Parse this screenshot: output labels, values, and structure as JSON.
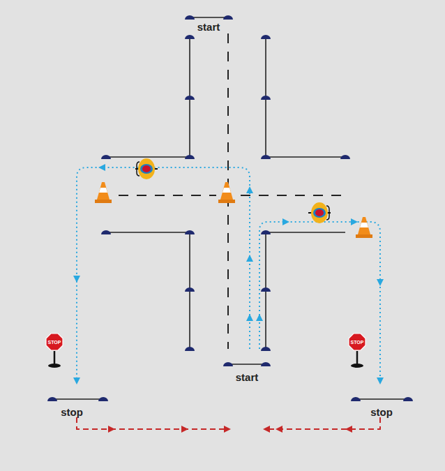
{
  "diagram": {
    "labels": [
      "start",
      "start",
      "STOP",
      "stop",
      "STOP",
      "stop"
    ]
  }
}
